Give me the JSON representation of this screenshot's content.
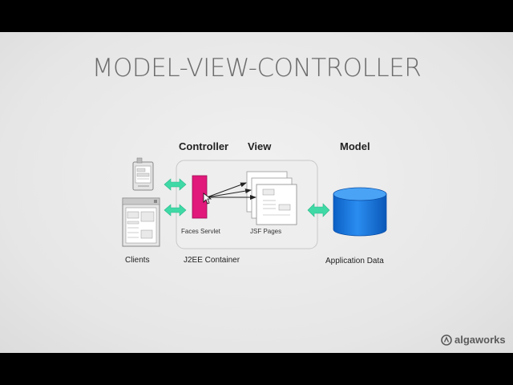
{
  "slide": {
    "title": "MODEL-VIEW-CONTROLLER"
  },
  "diagram": {
    "headers": {
      "controller": "Controller",
      "view": "View",
      "model": "Model"
    },
    "labels": {
      "faces_servlet": "Faces Servlet",
      "jsf_pages": "JSF Pages",
      "clients": "Clients",
      "container": "J2EE Container",
      "application_data": "Application Data"
    },
    "colors": {
      "arrow": "#3fd9a6",
      "servlet": "#e0197a",
      "database": "#1a78e0",
      "container_border": "#c8c8c8"
    },
    "icons": [
      "phone-client-icon",
      "browser-client-icon",
      "jsf-page-icon",
      "database-icon",
      "cursor-icon"
    ]
  },
  "branding": {
    "logo_text": "algaworks"
  }
}
